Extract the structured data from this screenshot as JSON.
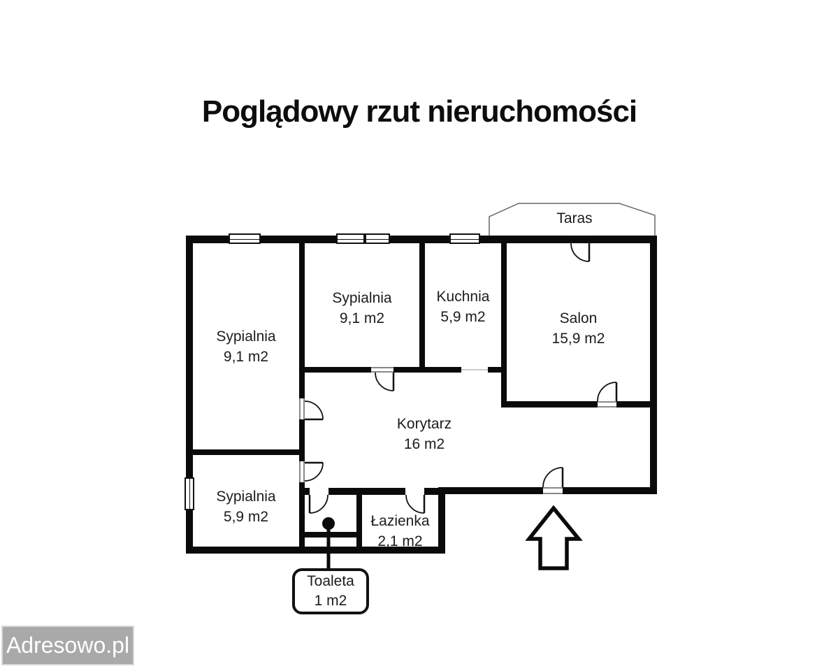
{
  "title": "Poglądowy rzut nieruchomości",
  "watermark": "Adresowo.pl",
  "terrace": {
    "name": "Taras"
  },
  "rooms": {
    "bedroom_left": {
      "name": "Sypialnia",
      "area": "9,1 m2"
    },
    "bedroom_mid": {
      "name": "Sypialnia",
      "area": "9,1 m2"
    },
    "kitchen": {
      "name": "Kuchnia",
      "area": "5,9 m2"
    },
    "salon": {
      "name": "Salon",
      "area": "15,9 m2"
    },
    "corridor": {
      "name": "Korytarz",
      "area": "16 m2"
    },
    "bedroom_small": {
      "name": "Sypialnia",
      "area": "5,9 m2"
    },
    "bathroom": {
      "name": "Łazienka",
      "area": "2,1 m2"
    },
    "toilet": {
      "name": "Toaleta",
      "area": "1 m2"
    }
  }
}
